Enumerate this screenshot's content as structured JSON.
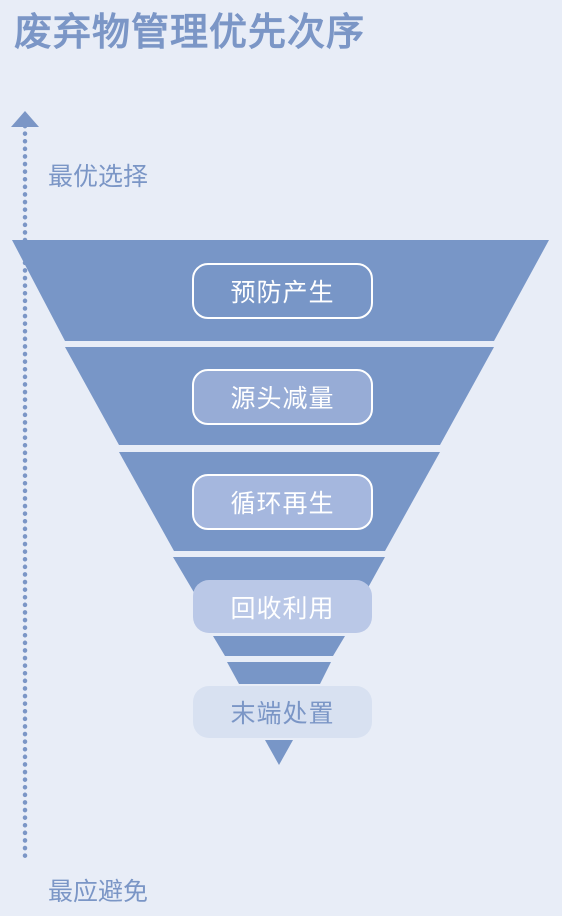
{
  "title": "废弃物管理优先次序",
  "axis": {
    "top_label": "最优选择",
    "bottom_label": "最应避免"
  },
  "levels": [
    {
      "label": "预防产生"
    },
    {
      "label": "源头减量"
    },
    {
      "label": "循环再生"
    },
    {
      "label": "回收利用"
    },
    {
      "label": "末端处置"
    }
  ],
  "colors": {
    "background": "#e8edf7",
    "primary": "#7b96c6",
    "funnel": "#7896c7"
  }
}
